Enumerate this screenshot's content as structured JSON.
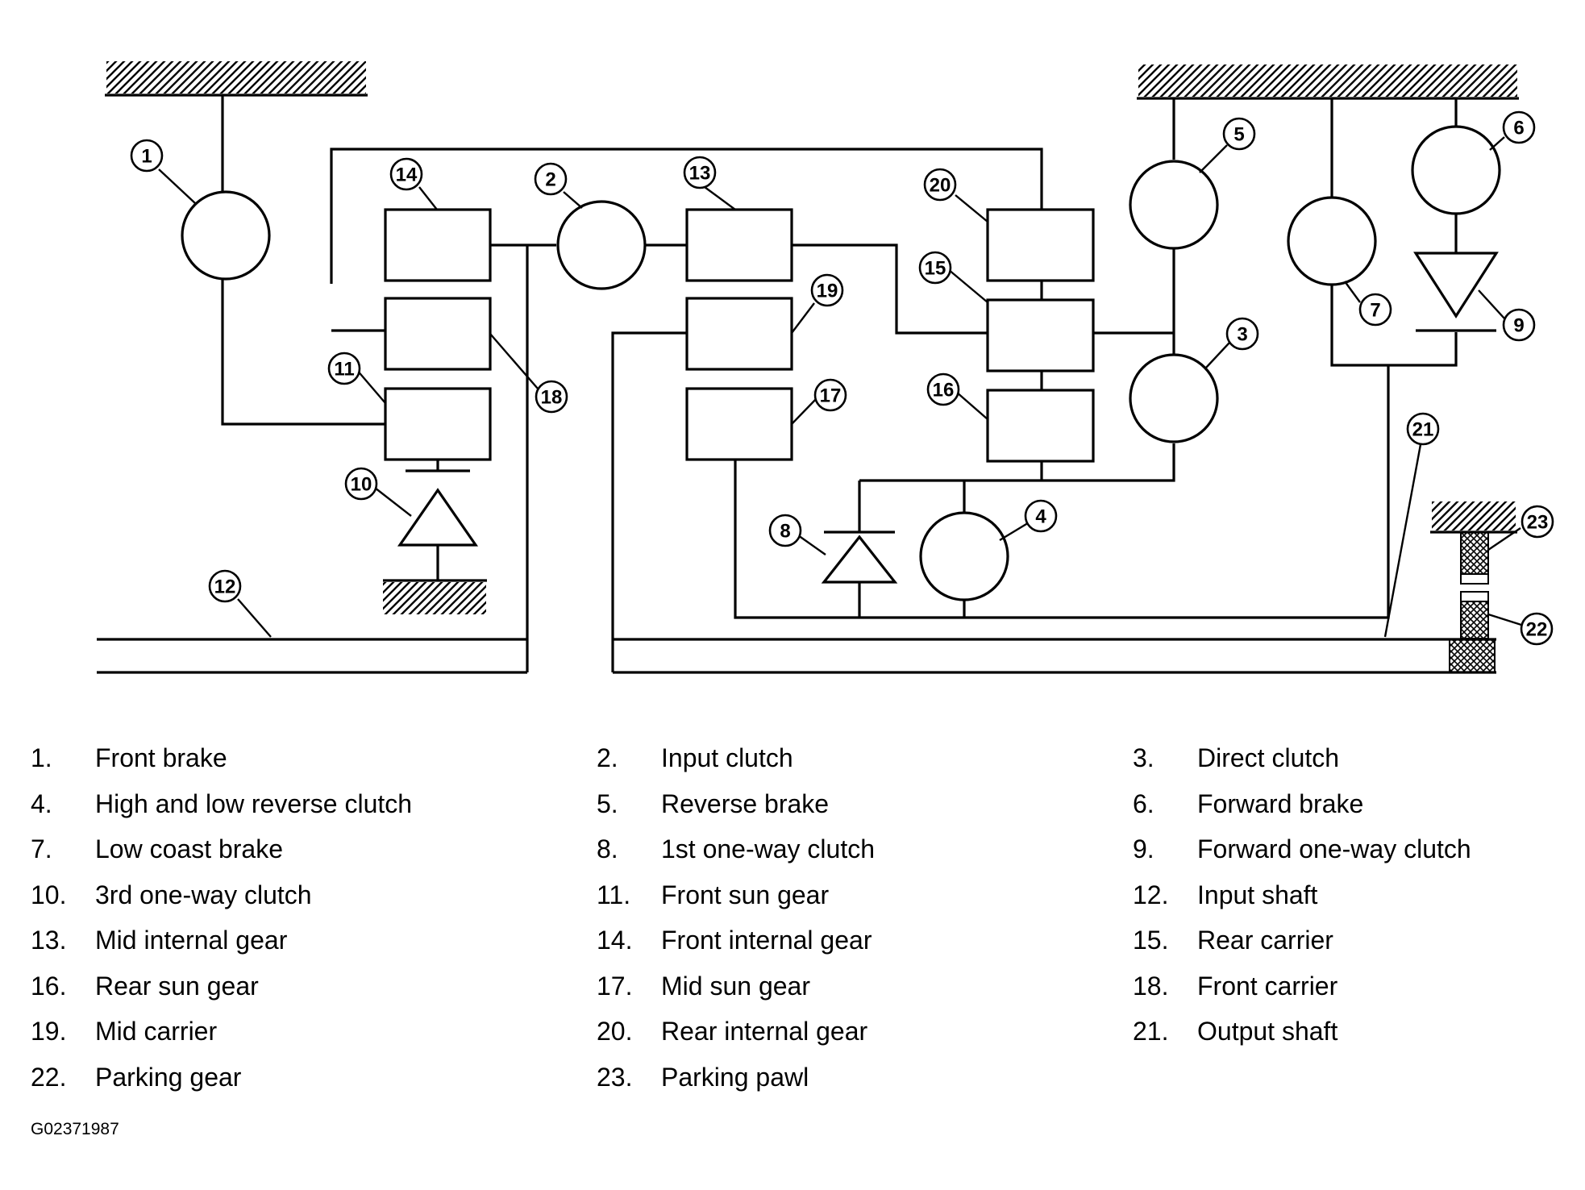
{
  "diagram": {
    "callouts": [
      "1",
      "2",
      "3",
      "4",
      "5",
      "6",
      "7",
      "8",
      "9",
      "10",
      "11",
      "12",
      "13",
      "14",
      "15",
      "16",
      "17",
      "18",
      "19",
      "20",
      "21",
      "22",
      "23"
    ]
  },
  "legend": [
    {
      "num": "1.",
      "label": "Front brake"
    },
    {
      "num": "2.",
      "label": "Input clutch"
    },
    {
      "num": "3.",
      "label": "Direct clutch"
    },
    {
      "num": "4.",
      "label": "High and low reverse clutch"
    },
    {
      "num": "5.",
      "label": "Reverse brake"
    },
    {
      "num": "6.",
      "label": "Forward brake"
    },
    {
      "num": "7.",
      "label": "Low coast brake"
    },
    {
      "num": "8.",
      "label": "1st one-way clutch"
    },
    {
      "num": "9.",
      "label": "Forward one-way clutch"
    },
    {
      "num": "10.",
      "label": "3rd one-way clutch"
    },
    {
      "num": "11.",
      "label": "Front sun gear"
    },
    {
      "num": "12.",
      "label": "Input shaft"
    },
    {
      "num": "13.",
      "label": "Mid internal gear"
    },
    {
      "num": "14.",
      "label": "Front internal gear"
    },
    {
      "num": "15.",
      "label": "Rear carrier"
    },
    {
      "num": "16.",
      "label": "Rear sun gear"
    },
    {
      "num": "17.",
      "label": "Mid sun gear"
    },
    {
      "num": "18.",
      "label": "Front carrier"
    },
    {
      "num": "19.",
      "label": "Mid carrier"
    },
    {
      "num": "20.",
      "label": "Rear internal gear"
    },
    {
      "num": "21.",
      "label": "Output shaft"
    },
    {
      "num": "22.",
      "label": "Parking gear"
    },
    {
      "num": "23.",
      "label": "Parking pawl"
    }
  ],
  "figure_code": "G02371987"
}
